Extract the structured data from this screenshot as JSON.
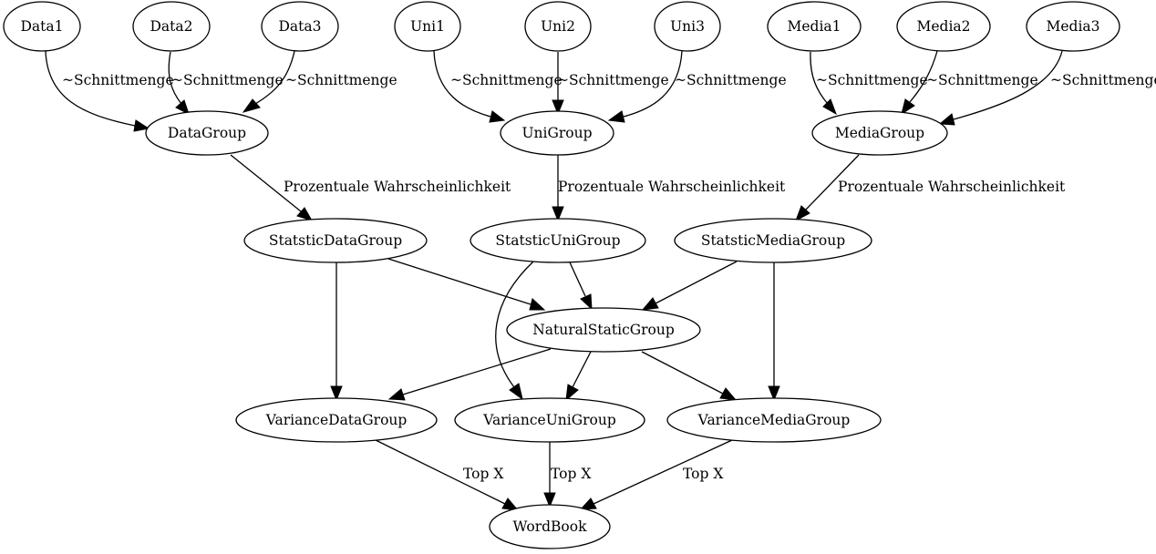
{
  "nodes": {
    "data1": "Data1",
    "data2": "Data2",
    "data3": "Data3",
    "uni1": "Uni1",
    "uni2": "Uni2",
    "uni3": "Uni3",
    "media1": "Media1",
    "media2": "Media2",
    "media3": "Media3",
    "data_group": "DataGroup",
    "uni_group": "UniGroup",
    "media_group": "MediaGroup",
    "statstic_data_group": "StatsticDataGroup",
    "statstic_uni_group": "StatsticUniGroup",
    "statstic_media_group": "StatsticMediaGroup",
    "natural_static_group": "NaturalStaticGroup",
    "variance_data_group": "VarianceDataGroup",
    "variance_uni_group": "VarianceUniGroup",
    "variance_media_group": "VarianceMediaGroup",
    "word_book": "WordBook"
  },
  "edges": [
    {
      "from": "Data1",
      "to": "DataGroup",
      "label": "~Schnittmenge"
    },
    {
      "from": "Data2",
      "to": "DataGroup",
      "label": "~Schnittmenge"
    },
    {
      "from": "Data3",
      "to": "DataGroup",
      "label": "~Schnittmenge"
    },
    {
      "from": "Uni1",
      "to": "UniGroup",
      "label": "~Schnittmenge"
    },
    {
      "from": "Uni2",
      "to": "UniGroup",
      "label": "~Schnittmenge"
    },
    {
      "from": "Uni3",
      "to": "UniGroup",
      "label": "~Schnittmenge"
    },
    {
      "from": "Media1",
      "to": "MediaGroup",
      "label": "~Schnittmenge"
    },
    {
      "from": "Media2",
      "to": "MediaGroup",
      "label": "~Schnittmenge"
    },
    {
      "from": "Media3",
      "to": "MediaGroup",
      "label": "~Schnittmenge"
    },
    {
      "from": "DataGroup",
      "to": "StatsticDataGroup",
      "label": "Prozentuale Wahrscheinlichkeit"
    },
    {
      "from": "UniGroup",
      "to": "StatsticUniGroup",
      "label": "Prozentuale Wahrscheinlichkeit"
    },
    {
      "from": "MediaGroup",
      "to": "StatsticMediaGroup",
      "label": "Prozentuale Wahrscheinlichkeit"
    },
    {
      "from": "StatsticDataGroup",
      "to": "NaturalStaticGroup",
      "label": ""
    },
    {
      "from": "StatsticUniGroup",
      "to": "NaturalStaticGroup",
      "label": ""
    },
    {
      "from": "StatsticMediaGroup",
      "to": "NaturalStaticGroup",
      "label": ""
    },
    {
      "from": "StatsticDataGroup",
      "to": "VarianceDataGroup",
      "label": ""
    },
    {
      "from": "StatsticUniGroup",
      "to": "VarianceUniGroup",
      "label": ""
    },
    {
      "from": "StatsticMediaGroup",
      "to": "VarianceMediaGroup",
      "label": ""
    },
    {
      "from": "NaturalStaticGroup",
      "to": "VarianceDataGroup",
      "label": ""
    },
    {
      "from": "NaturalStaticGroup",
      "to": "VarianceUniGroup",
      "label": ""
    },
    {
      "from": "NaturalStaticGroup",
      "to": "VarianceMediaGroup",
      "label": ""
    },
    {
      "from": "VarianceDataGroup",
      "to": "WordBook",
      "label": "Top X"
    },
    {
      "from": "VarianceUniGroup",
      "to": "WordBook",
      "label": "Top X"
    },
    {
      "from": "VarianceMediaGroup",
      "to": "WordBook",
      "label": "Top X"
    }
  ]
}
